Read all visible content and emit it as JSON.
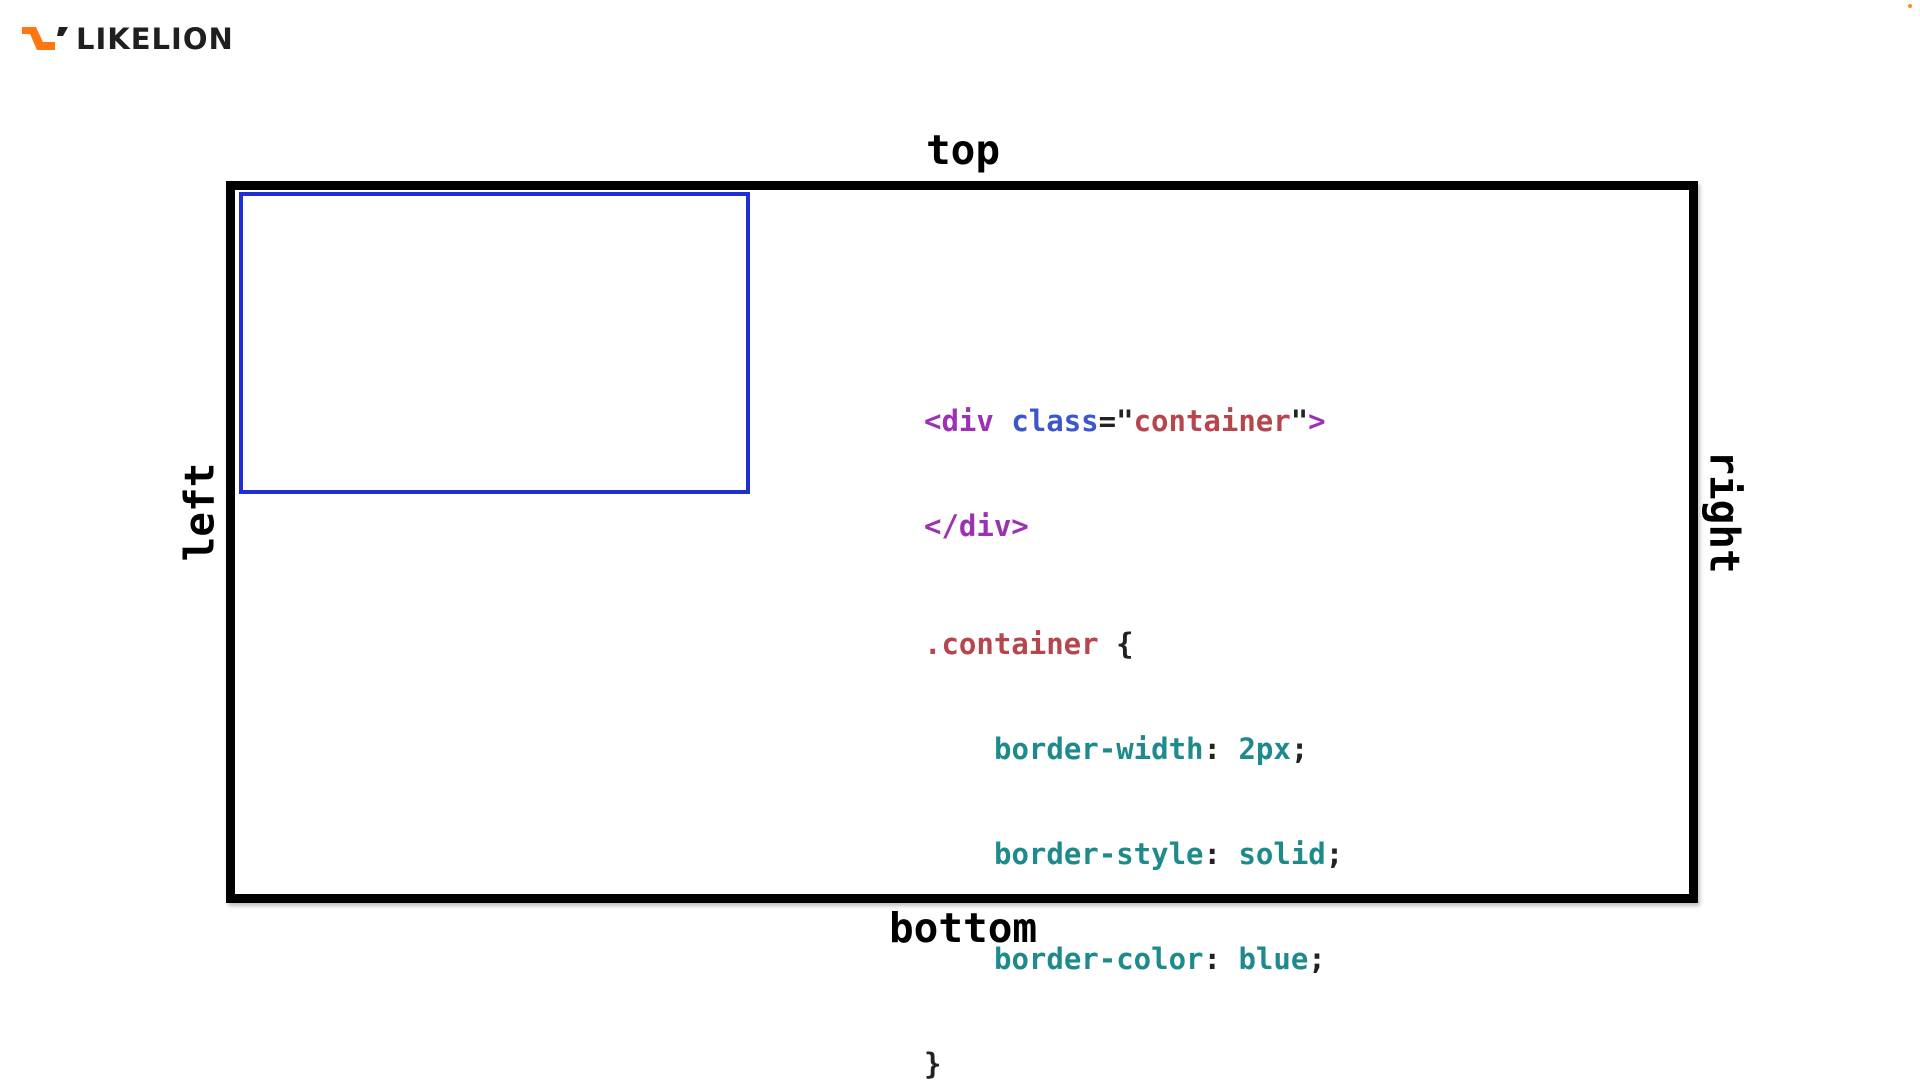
{
  "logo": {
    "text": "LIKELION",
    "mark_color": "#ff7710",
    "text_color": "#1f1f1f"
  },
  "accent_dot_color": "#ff8a1f",
  "labels": {
    "top": "top",
    "bottom": "bottom",
    "left": "left",
    "right": "right"
  },
  "colors": {
    "outer_border": "#000000",
    "inner_border": "#1f2fd6",
    "html_tag": "#9b32b4",
    "html_attr": "#3d56c9",
    "html_string": "#b5464d",
    "css_selector": "#b5464d",
    "css_property": "#1e8a8c"
  },
  "html_code": {
    "open_tag": "<div",
    "attr_name": "class",
    "equals": "=",
    "quote_open": "\"",
    "attr_value": "container",
    "quote_close": "\"",
    "open_tag_end": ">",
    "close_tag": "</div>"
  },
  "css_code": {
    "selector": ".container",
    "open_brace": "{",
    "declarations": [
      {
        "property": "border-width",
        "value": "2px"
      },
      {
        "property": "border-style",
        "value": "solid"
      },
      {
        "property": "border-color",
        "value": "blue"
      }
    ],
    "colon": ":",
    "semicolon": ";",
    "close_brace": "}"
  }
}
